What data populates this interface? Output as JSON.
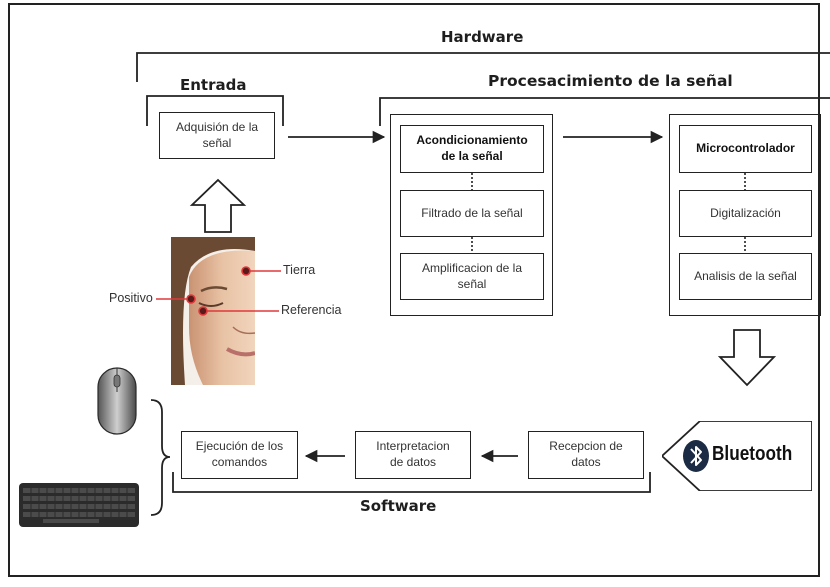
{
  "sections": {
    "hardware": "Hardware",
    "entrada": "Entrada",
    "procesamiento": "Procesacimiento de la señal",
    "software": "Software"
  },
  "entrada": {
    "adquisicion": "Adquisión de la\nseñal"
  },
  "acondicionamiento": {
    "title": "Acondicionamiento\nde la señal",
    "filtrado": "Filtrado de la señal",
    "amplificacion": "Amplificacion de la\nseñal"
  },
  "micro": {
    "title": "Microcontrolador",
    "digitalizacion": "Digitalización",
    "analisis": "Analisis de la señal"
  },
  "software": {
    "ejecucion": "Ejecución de los\ncomandos",
    "interpretacion": "Interpretacion\nde datos",
    "recepcion": "Recepcion de\ndatos"
  },
  "electrodes": {
    "tierra": "Tierra",
    "positivo": "Positivo",
    "referencia": "Referencia"
  },
  "bluetooth": {
    "label": "Bluetooth",
    "icon": "bluetooth-icon"
  },
  "colors": {
    "electrode_line": "#e0383b",
    "stroke": "#222222"
  }
}
